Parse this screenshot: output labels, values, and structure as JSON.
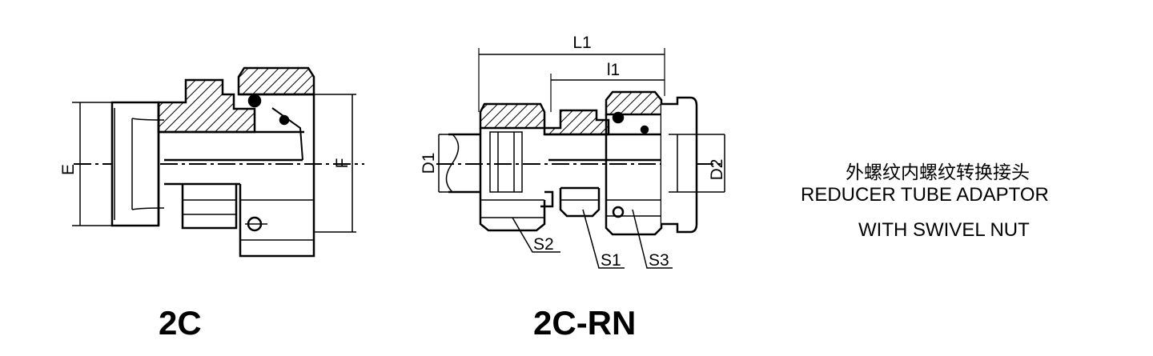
{
  "left_drawing": {
    "model": "2C",
    "dims": {
      "e": "E",
      "f": "F"
    }
  },
  "right_drawing": {
    "model": "2C-RN",
    "dims": {
      "l1": "L1",
      "i1": "l1",
      "d1": "D1",
      "d2": "D2",
      "s1": "S1",
      "s2": "S2",
      "s3": "S3"
    }
  },
  "description": {
    "title_cn": "外螺纹内螺纹转换接头",
    "title_en_line1": "REDUCER TUBE ADAPTOR",
    "title_en_line2": "WITH SWIVEL NUT"
  }
}
